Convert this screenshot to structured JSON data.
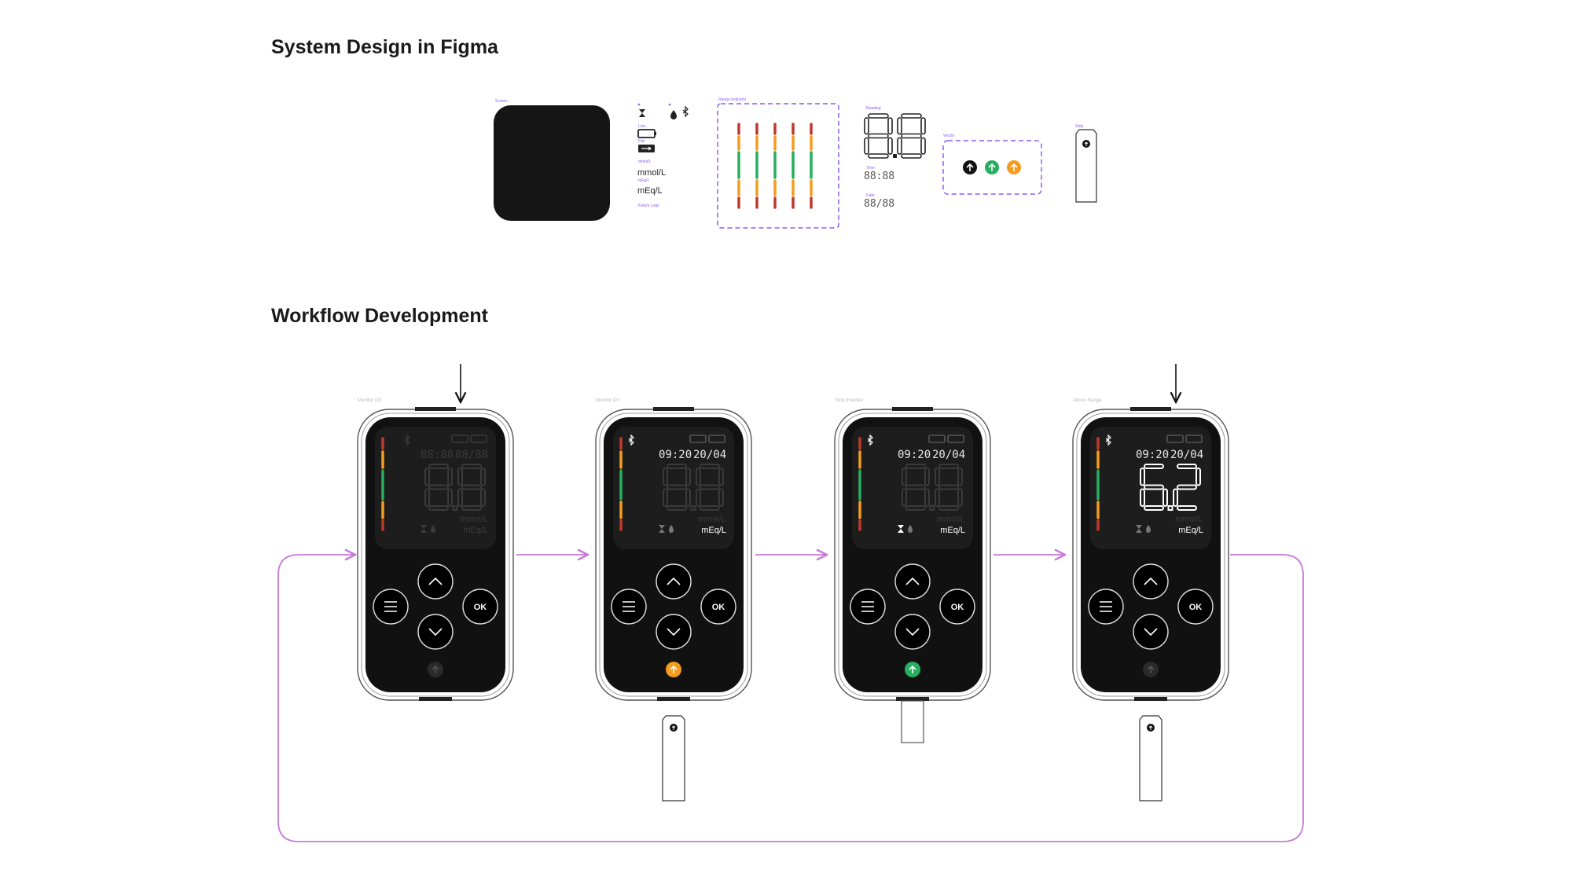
{
  "sections": {
    "system_design_title": "System Design in Figma",
    "workflow_title": "Workflow Development"
  },
  "components": {
    "screen_label": "Screen",
    "icon_labels": [
      "Low…",
      "Pair",
      "mmol/L",
      "mEq/L",
      "Ketum Logo"
    ],
    "unit_mmol": "mmol/L",
    "unit_meq": "mEq/L",
    "range_label": "Range Indicator",
    "reading_label": "Reading",
    "reading_value": "8.8",
    "time_label": "Time",
    "time_value": "88:88",
    "date_label": "Date",
    "date_value": "88/88",
    "vector_label": "Vector",
    "strip_label": "Strip"
  },
  "workflow": {
    "steps": [
      {
        "label": "Monitor Off",
        "time": "88:88",
        "date": "88/88",
        "reading": "8.8",
        "unit_mmol": "mmol/L",
        "unit_meq": "mEq/L",
        "ok": "OK",
        "indicator_color": "#2a2a2a",
        "active": false
      },
      {
        "label": "Monitor On",
        "time": "09:20",
        "date": "20/04",
        "reading": "8.8",
        "unit_mmol": "mmol/L",
        "unit_meq": "mEq/L",
        "ok": "OK",
        "indicator_color": "#f39c1f",
        "active": true
      },
      {
        "label": "Strip Inserted",
        "time": "09:20",
        "date": "20/04",
        "reading": "8.8",
        "unit_mmol": "mmol/L",
        "unit_meq": "mEq/L",
        "ok": "OK",
        "indicator_color": "#27ae60",
        "active": true
      },
      {
        "label": "Above Range",
        "time": "09:20",
        "date": "20/04",
        "reading": "6.2",
        "unit_mmol": "mmol/L",
        "unit_meq": "mEq/L",
        "ok": "OK",
        "indicator_color": "#2a2a2a",
        "active": true
      }
    ]
  },
  "colors": {
    "red": "#c0392b",
    "orange": "#f39c1f",
    "green": "#27ae60",
    "purple": "#8b5cf6",
    "flow_line": "#c77ad8",
    "device_body": "#111111"
  }
}
